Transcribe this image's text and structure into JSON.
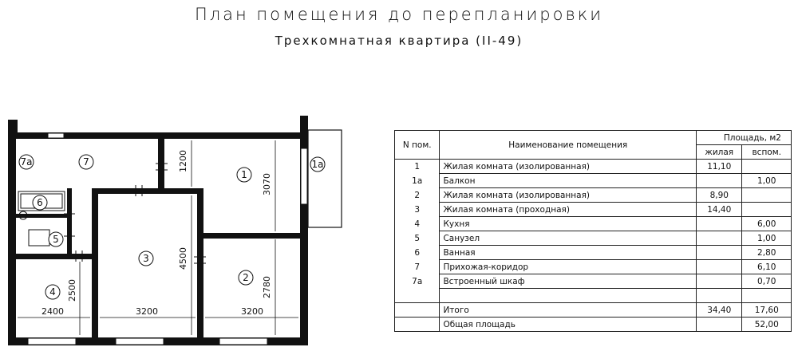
{
  "title": "План помещения до перепланировки",
  "subtitle": "Трехкомнатная квартира (II-49)",
  "plan": {
    "rooms": [
      "7a",
      "7",
      "1",
      "1a",
      "6",
      "5",
      "3",
      "4",
      "2"
    ],
    "dims": [
      "1200",
      "3070",
      "4500",
      "2780",
      "2500",
      "2400",
      "3200",
      "3200"
    ]
  },
  "table": {
    "header": {
      "num": "N пом.",
      "name": "Наименование помещения",
      "area": "Площадь, м2",
      "living": "жилая",
      "aux": "вспом."
    },
    "rows": [
      {
        "num": "1",
        "name": "Жилая комната (изолированная)",
        "living": "11,10",
        "aux": ""
      },
      {
        "num": "1а",
        "name": "Балкон",
        "living": "",
        "aux": "1,00"
      },
      {
        "num": "2",
        "name": "Жилая комната (изолированная)",
        "living": "8,90",
        "aux": ""
      },
      {
        "num": "3",
        "name": "Жилая комната (проходная)",
        "living": "14,40",
        "aux": ""
      },
      {
        "num": "4",
        "name": "Кухня",
        "living": "",
        "aux": "6,00"
      },
      {
        "num": "5",
        "name": "Санузел",
        "living": "",
        "aux": "1,00"
      },
      {
        "num": "6",
        "name": "Ванная",
        "living": "",
        "aux": "2,80"
      },
      {
        "num": "7",
        "name": "Прихожая-коридор",
        "living": "",
        "aux": "6,10"
      },
      {
        "num": "7а",
        "name": "Встроенный шкаф",
        "living": "",
        "aux": "0,70"
      },
      {
        "num": "",
        "name": "",
        "living": "",
        "aux": ""
      }
    ],
    "total": {
      "label": "Итого",
      "living": "34,40",
      "aux": "17,60"
    },
    "grand": {
      "label": "Общая площадь",
      "aux": "52,00"
    }
  }
}
